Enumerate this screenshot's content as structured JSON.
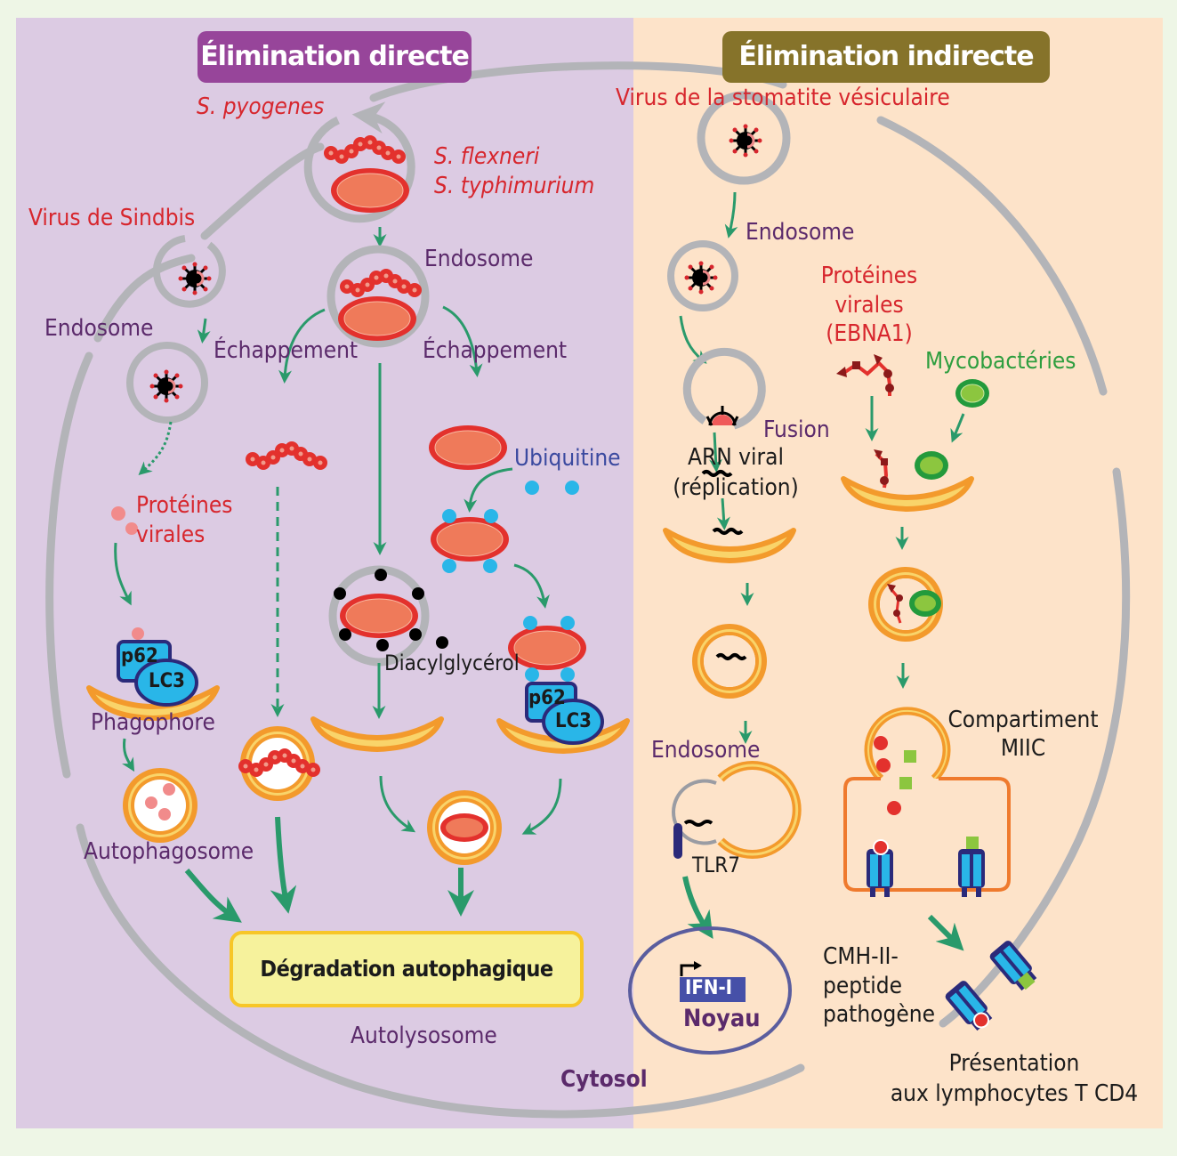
{
  "colors": {
    "page_bg": "#eef6e6",
    "direct_panel": "#dccbe3",
    "indirect_panel": "#fde3c9",
    "direct_header": "#97459a",
    "indirect_header": "#86732a",
    "membrane_gray": "#b3b4b8",
    "arrow_green": "#2a9a6b",
    "bacteria_red": "#e3312d",
    "bacteria_fill": "#ef7a5a",
    "phagophore_orange": "#f39a2c",
    "phagophore_yellow": "#f9d46a",
    "ubiquitin_cyan": "#29b6e8",
    "mhc_navy": "#2b2a7a",
    "mhc_cyan": "#29b6e8",
    "peptide_green": "#8cc63f",
    "nucleus_border": "#5a5d9e",
    "label_red": "#d7262d",
    "label_purple": "#5b2a6b",
    "label_blue": "#3b4aa0",
    "label_green": "#2e9e3f"
  },
  "headers": {
    "direct": "Élimination directe",
    "indirect": "Élimination indirecte"
  },
  "direct": {
    "s_pyogenes": "S. pyogenes",
    "s_flexneri": "S. flexneri",
    "s_typhimurium": "S. typhimurium",
    "virus_sindbis": "Virus de Sindbis",
    "endosome_center": "Endosome",
    "endosome_left": "Endosome",
    "escape_left": "Échappement",
    "escape_right": "Échappement",
    "ubiquitin": "Ubiquitine",
    "viral_proteins_line1": "Protéines",
    "viral_proteins_line2": "virales",
    "p62_left": "p62",
    "lc3_left": "LC3",
    "p62_right": "p62",
    "lc3_right": "LC3",
    "diacylglycerol": "Diacylglycérol",
    "phagophore": "Phagophore",
    "autophagosome": "Autophagosome",
    "degradation": "Dégradation autophagique",
    "autolysosome": "Autolysosome",
    "cytosol": "Cytosol"
  },
  "indirect": {
    "vsv": "Virus de la stomatite vésiculaire",
    "endosome_top": "Endosome",
    "viral_proteins_line1": "Protéines",
    "viral_proteins_line2": "virales",
    "viral_proteins_line3": "(EBNA1)",
    "mycobacteria": "Mycobactéries",
    "fusion": "Fusion",
    "viral_rna_line1": "ARN viral",
    "viral_rna_line2": "(réplication)",
    "endosome_bottom": "Endosome",
    "tlr7": "TLR7",
    "miic_line1": "Compartiment",
    "miic_line2": "MIIC",
    "ifn": "IFN-I",
    "nucleus": "Noyau",
    "mhc_line1": "CMH-II-",
    "mhc_line2": "peptide",
    "mhc_line3": "pathogène",
    "presentation_line1": "Présentation",
    "presentation_line2": "aux lymphocytes T CD4"
  }
}
